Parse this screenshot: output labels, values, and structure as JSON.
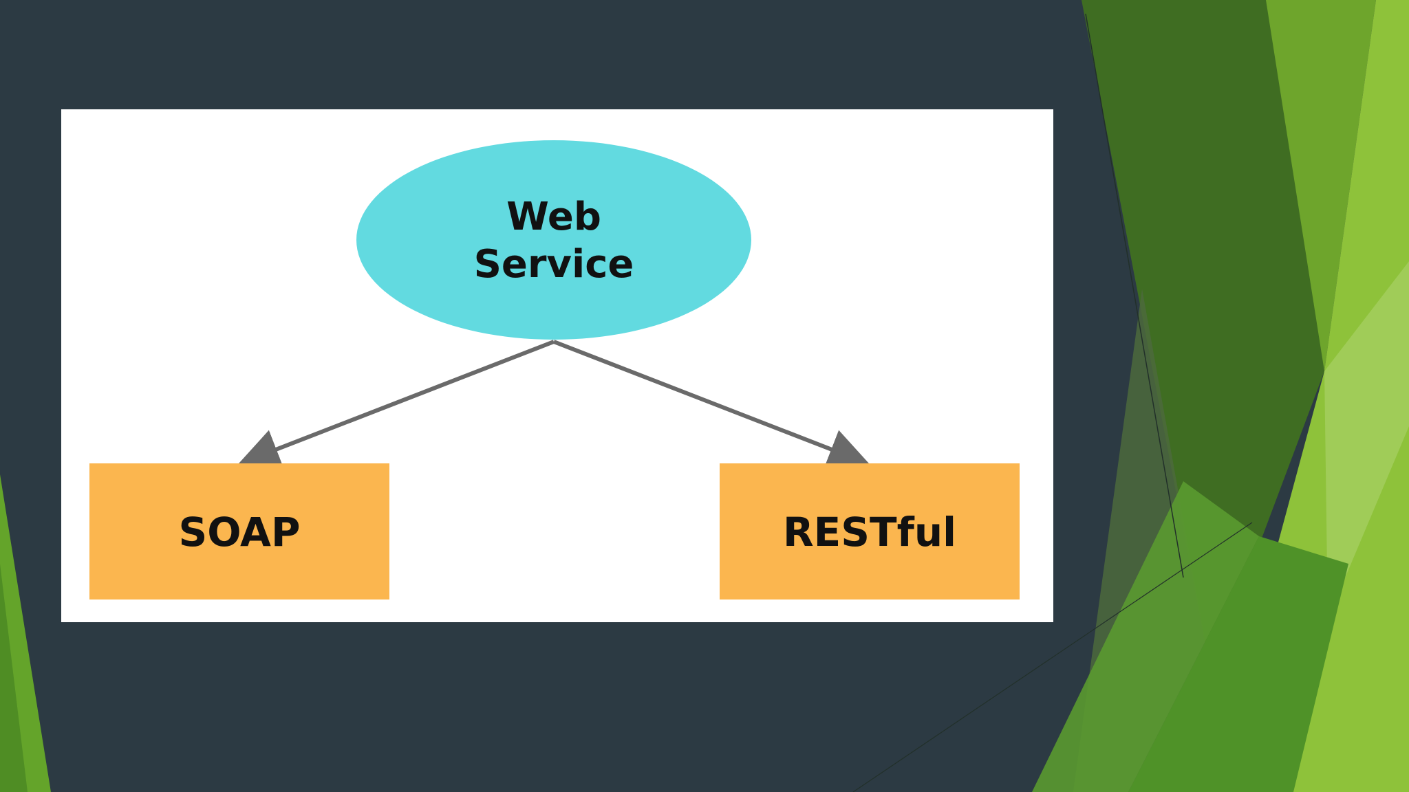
{
  "slide": {
    "background_color": "#2c3a43",
    "accent_colors": [
      "#3f6e22",
      "#4a8a26",
      "#6da32a",
      "#8bbd38",
      "#a6cf5a"
    ]
  },
  "diagram": {
    "root": {
      "label_line1": "Web",
      "label_line2": "Service",
      "fill": "#62dae0",
      "shape": "ellipse"
    },
    "children": [
      {
        "label": "SOAP",
        "fill": "#fbb64f",
        "shape": "rectangle"
      },
      {
        "label": "RESTful",
        "fill": "#fbb64f",
        "shape": "rectangle"
      }
    ],
    "edge_color": "#6a6a6a",
    "edge_style": "arrow"
  }
}
